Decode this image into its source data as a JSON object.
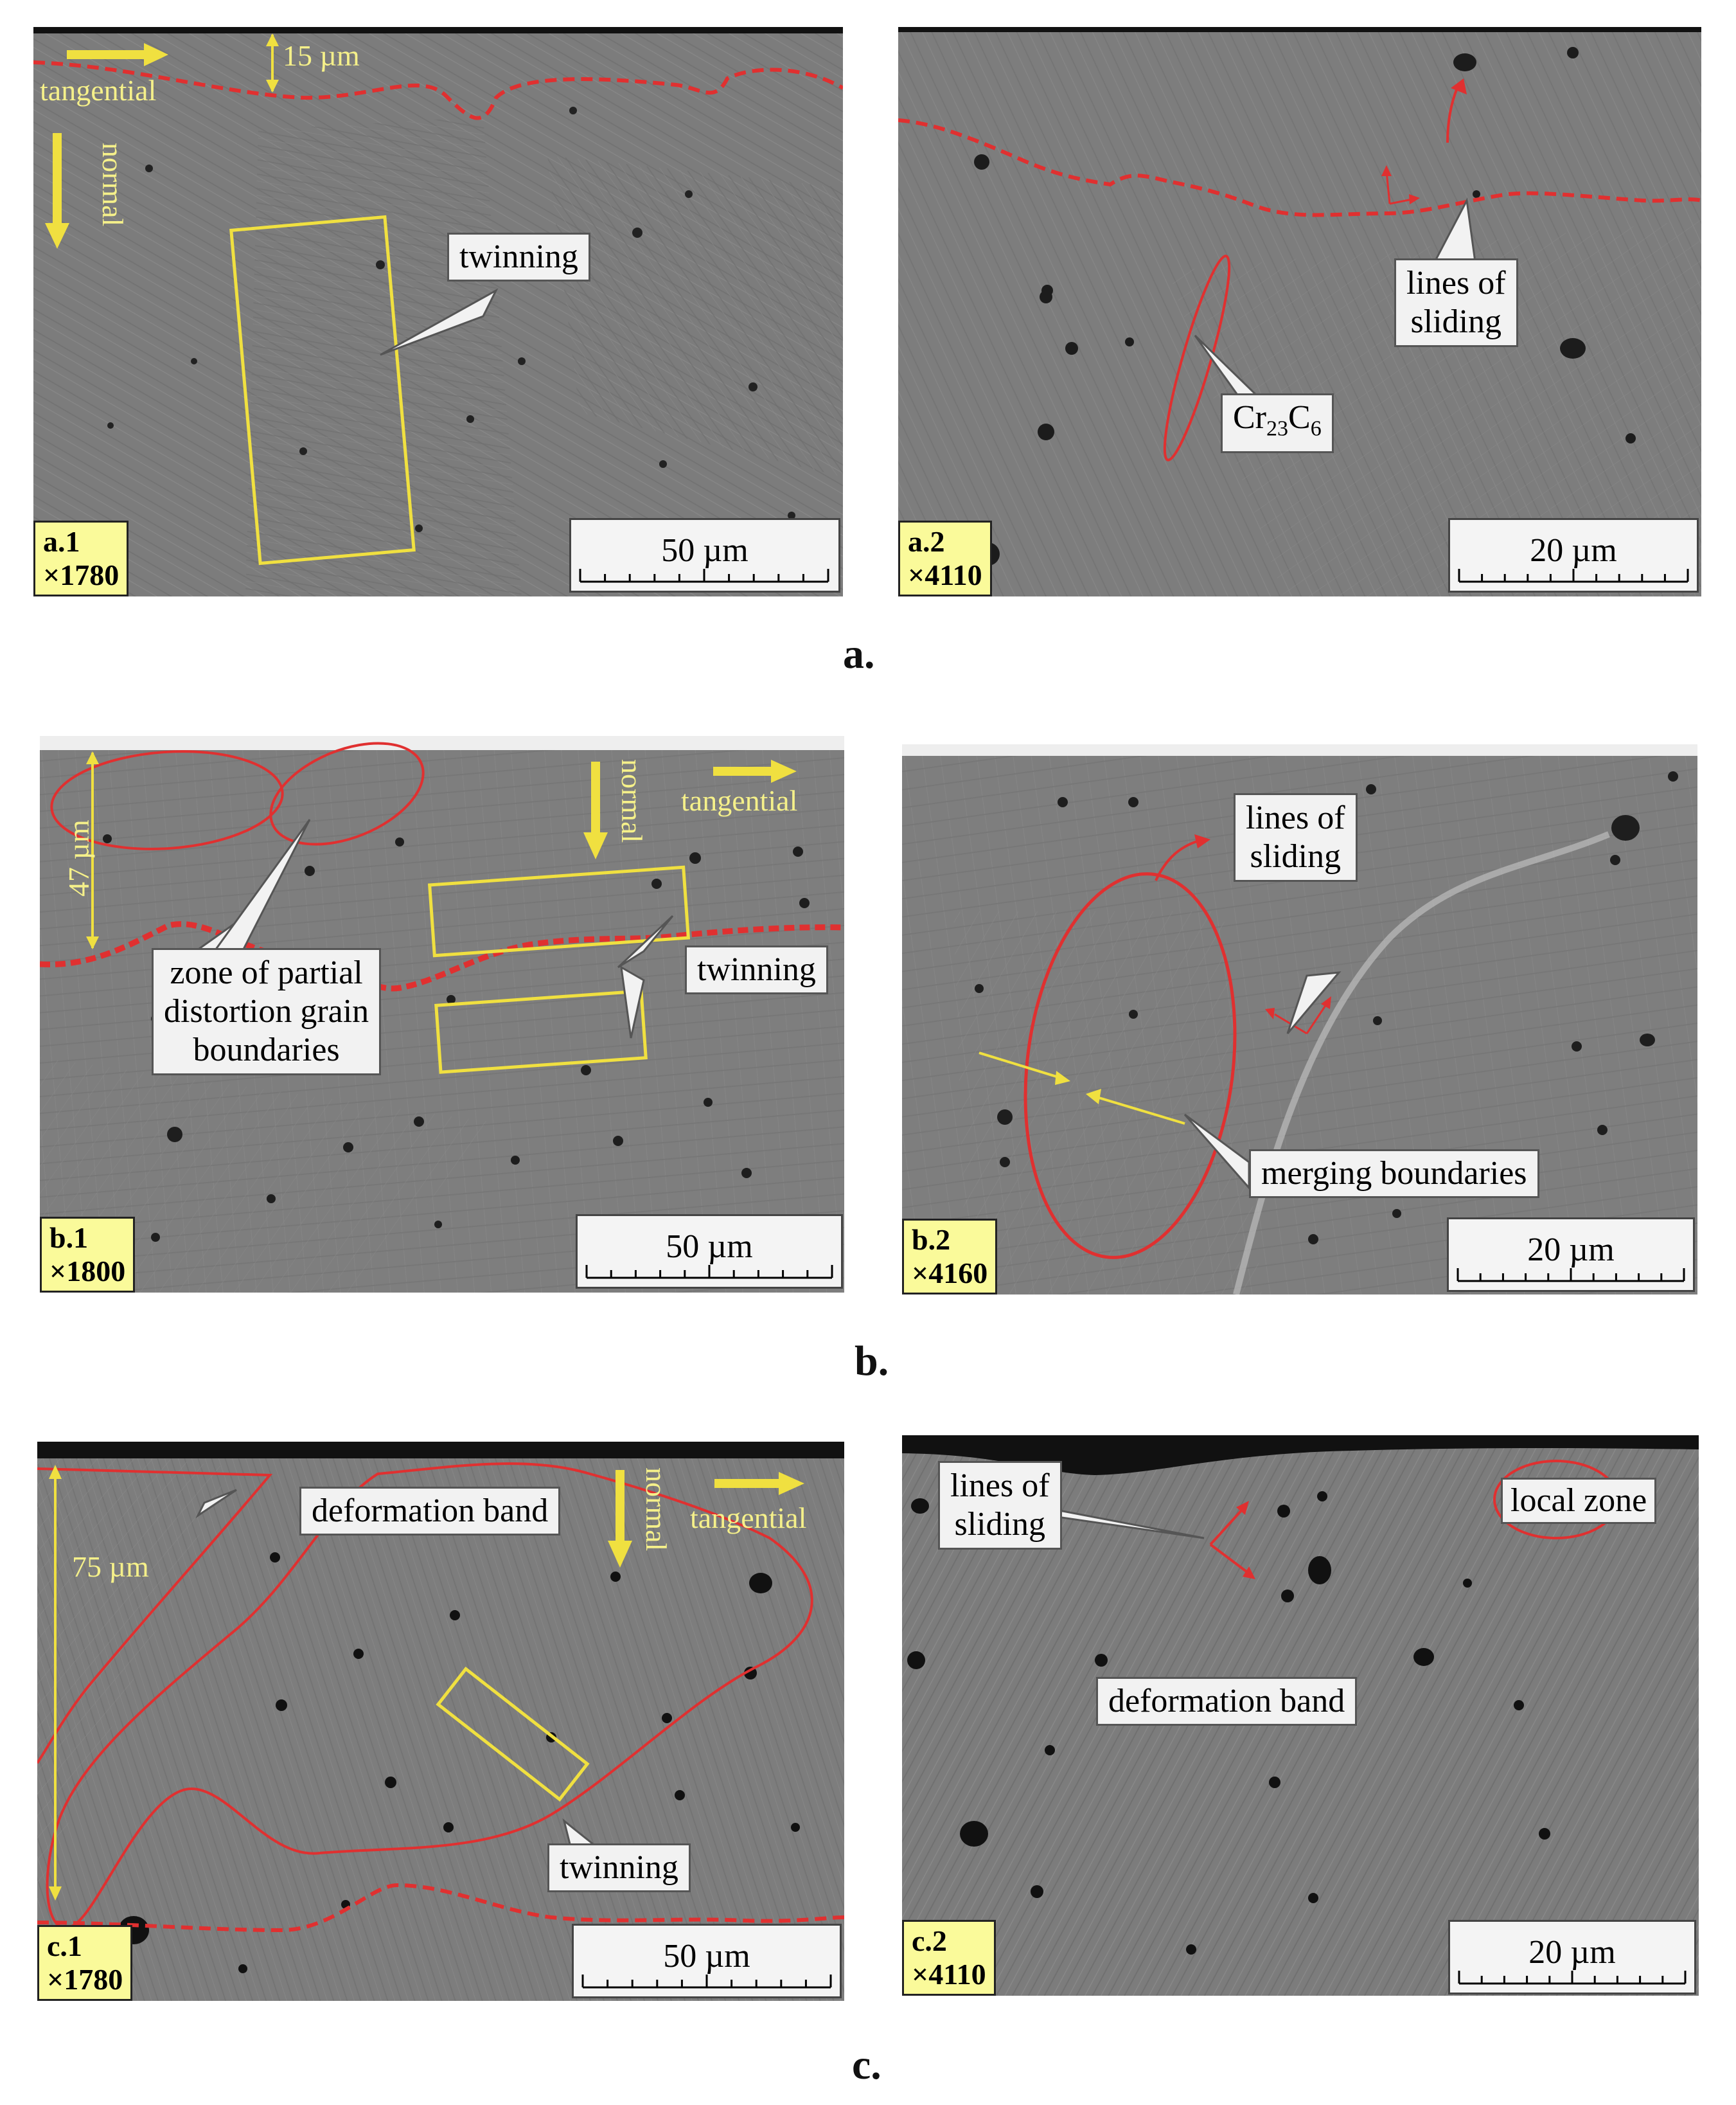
{
  "panels": {
    "a1": {
      "tag": "a.1",
      "mag": "×1780",
      "scale": "50 µm",
      "depth": "15 µm",
      "tangential": "tangential",
      "normal": "normal",
      "twinning": "twinning"
    },
    "a2": {
      "tag": "a.2",
      "mag": "×4110",
      "scale": "20 µm",
      "sliding_line1": "lines of",
      "sliding_line2": "sliding",
      "carbide_base": "Cr",
      "carbide_sub1": "23",
      "carbide_mid": "C",
      "carbide_sub2": "6"
    },
    "b1": {
      "tag": "b.1",
      "mag": "×1800",
      "scale": "50 µm",
      "depth": "47 µm",
      "tangential": "tangential",
      "normal": "normal",
      "zone_line1": "zone of partial",
      "zone_line2": "distortion grain",
      "zone_line3": "boundaries",
      "twinning": "twinning"
    },
    "b2": {
      "tag": "b.2",
      "mag": "×4160",
      "scale": "20 µm",
      "sliding_line1": "lines of",
      "sliding_line2": "sliding",
      "merging": "merging boundaries"
    },
    "c1": {
      "tag": "c.1",
      "mag": "×1780",
      "scale": "50 µm",
      "depth": "75 µm",
      "tangential": "tangential",
      "normal": "normal",
      "deformation": "deformation band",
      "twinning": "twinning"
    },
    "c2": {
      "tag": "c.2",
      "mag": "×4110",
      "scale": "20 µm",
      "sliding_line1": "lines of",
      "sliding_line2": "sliding",
      "deformation": "deformation band",
      "local": "local zone"
    }
  },
  "captions": {
    "a": "a.",
    "b": "b.",
    "c": "c."
  },
  "colors": {
    "boundary_red": "#e03030",
    "annotation_yellow": "#f0e040",
    "label_yellow": "#f5f08a",
    "sem_gray": "#7c7c7c"
  }
}
